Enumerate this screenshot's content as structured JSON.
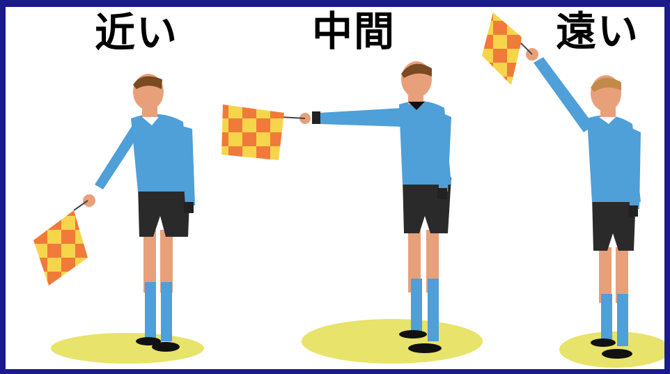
{
  "labels": {
    "near": "近い",
    "middle": "中間",
    "far": "遠い"
  },
  "colors": {
    "border": "#1a1a8c",
    "background": "#ffffff",
    "jersey": "#4f9fd8",
    "shorts": "#2a2a2a",
    "skin": "#e8a07a",
    "flag_red": "#f07a3a",
    "flag_yellow": "#f7d54a",
    "grass": "#e8e36a"
  },
  "figures": [
    {
      "name": "near",
      "flag_position": "low"
    },
    {
      "name": "middle",
      "flag_position": "horizontal"
    },
    {
      "name": "far",
      "flag_position": "raised"
    }
  ]
}
